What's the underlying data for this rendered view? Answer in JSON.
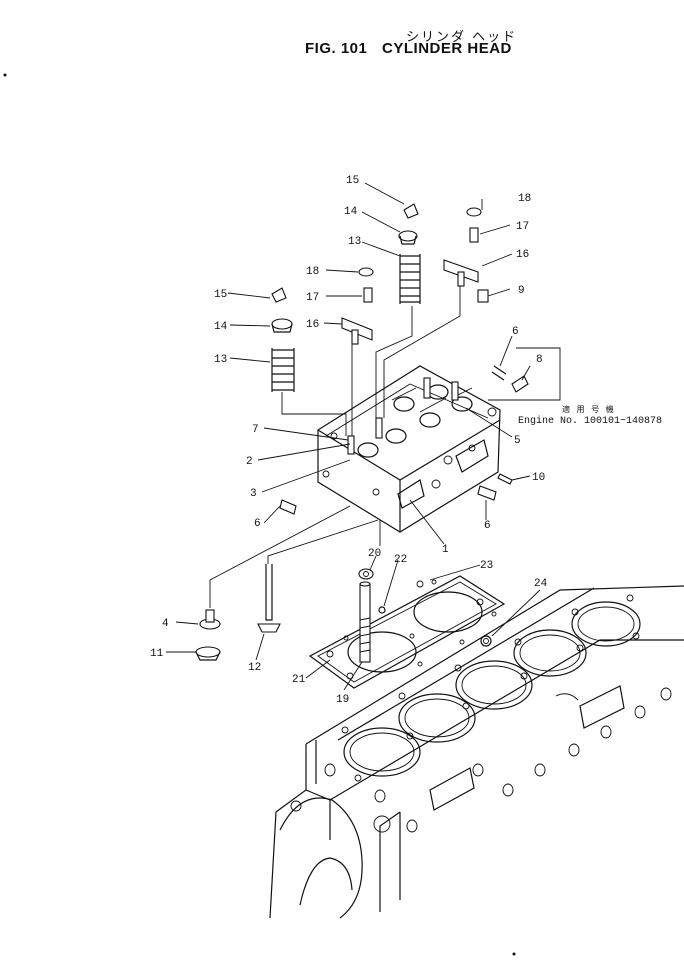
{
  "title": {
    "japanese": "シリンダ ヘッド",
    "figure": "FIG. 101",
    "name": "CYLINDER HEAD"
  },
  "serial_note": {
    "japanese": "適 用 号 機",
    "text": "Engine No. 100101~140878"
  },
  "callouts": {
    "c15a": "15",
    "c14a": "14",
    "c13a": "13",
    "c18a": "18",
    "c17a": "17",
    "c16a": "16",
    "c15b": "15",
    "c14b": "14",
    "c13b": "13",
    "c18b": "18",
    "c17b": "17",
    "c16b": "16",
    "c9": "9",
    "c6a": "6",
    "c8": "8",
    "c7": "7",
    "c2": "2",
    "c3": "3",
    "c5": "5",
    "c10": "10",
    "c6b": "6",
    "c6c": "6",
    "c1": "1",
    "c20": "20",
    "c22": "22",
    "c23": "23",
    "c24": "24",
    "c4": "4",
    "c11": "11",
    "c12": "12",
    "c21": "21",
    "c19": "19"
  }
}
